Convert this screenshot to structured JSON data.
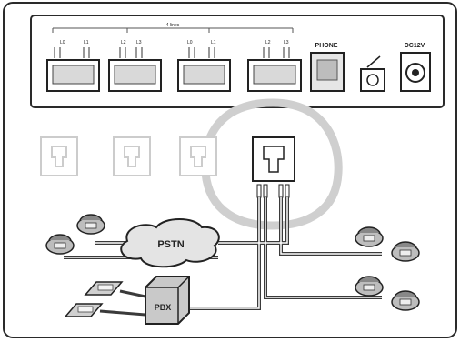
{
  "diagram": {
    "panel_labels": {
      "phone_port": "PHONE",
      "power_port": "DC12V"
    },
    "clouds": {
      "pstn": "PSTN"
    },
    "devices": {
      "pbx": "PBX"
    },
    "top_bracket_text": "4 lines",
    "jack_pin_labels": [
      [
        "L0",
        "L1"
      ],
      [
        "L2",
        "L3"
      ],
      [
        "L0",
        "L1"
      ],
      [
        "L2",
        "L3"
      ]
    ],
    "colors": {
      "outline": "#2a2a2a",
      "cable": "#3a3a3a",
      "highlight_ring": "#cfcfcf",
      "faded_jack": "#cccccc",
      "background": "#ffffff"
    },
    "icons": [
      "rj-jack-icon",
      "phone-port-icon",
      "reset-switch-icon",
      "power-jack-icon",
      "telephone-icon",
      "fax-icon",
      "pbx-icon",
      "pstn-cloud-icon"
    ]
  }
}
